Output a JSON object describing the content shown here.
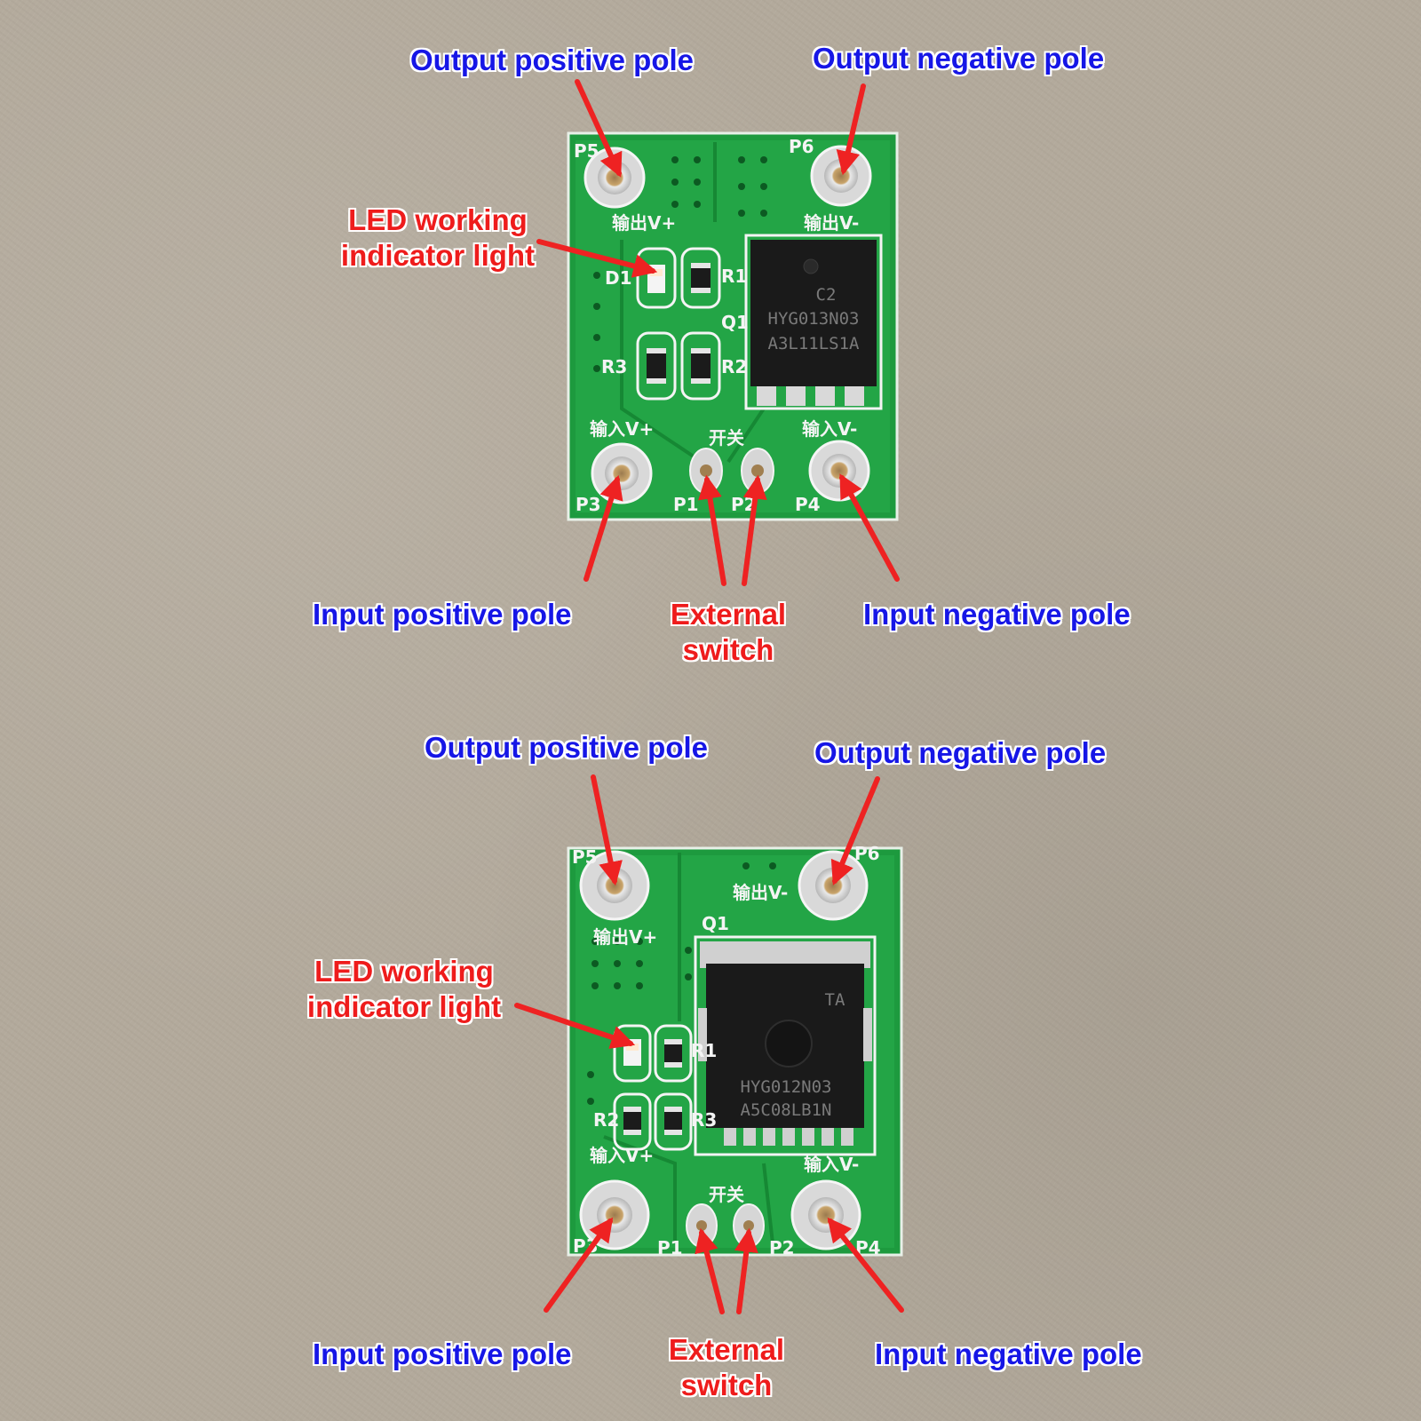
{
  "colors": {
    "label_blue": "#1616e6",
    "label_red": "#ee1c1c",
    "arrow": "#ee2222",
    "pcb": "#1f9a3c"
  },
  "boards": [
    {
      "labels": {
        "output_positive": "Output positive pole",
        "output_negative": "Output negative pole",
        "led_line1": "LED working",
        "led_line2": "indicator light",
        "input_positive": "Input positive pole",
        "switch_line1": "External",
        "switch_line2": "switch",
        "input_negative": "Input negative pole"
      },
      "silkscreen": {
        "p5": "P5",
        "p6": "P6",
        "p3": "P3",
        "p1": "P1",
        "p2": "P2",
        "p4": "P4",
        "out_v_plus": "输出V+",
        "out_v_minus": "输出V-",
        "in_v_plus": "输入V+",
        "in_v_minus": "输入V-",
        "switch": "开关",
        "d1": "D1",
        "r1": "R1",
        "r2": "R2",
        "r3": "R3",
        "q1": "Q1"
      },
      "chip": {
        "line1": "C2",
        "line2": "HYG013N03",
        "line3": "A3L11LS1A"
      }
    },
    {
      "labels": {
        "output_positive": "Output positive pole",
        "output_negative": "Output negative pole",
        "led_line1": "LED working",
        "led_line2": "indicator light",
        "input_positive": "Input positive pole",
        "switch_line1": "External",
        "switch_line2": "switch",
        "input_negative": "Input negative pole"
      },
      "silkscreen": {
        "p5": "P5",
        "p6": "P6",
        "p3": "P3",
        "p1": "P1",
        "p2": "P2",
        "p4": "P4",
        "out_v_plus": "输出V+",
        "out_v_minus": "输出V-",
        "in_v_plus": "输入V+",
        "in_v_minus": "输入V-",
        "switch": "开关",
        "r1": "R1",
        "r2": "R2",
        "r3": "R3",
        "q1": "Q1"
      },
      "chip": {
        "line1": "TA",
        "line2": "HYG012N03",
        "line3": "A5C08LB1N"
      }
    }
  ]
}
